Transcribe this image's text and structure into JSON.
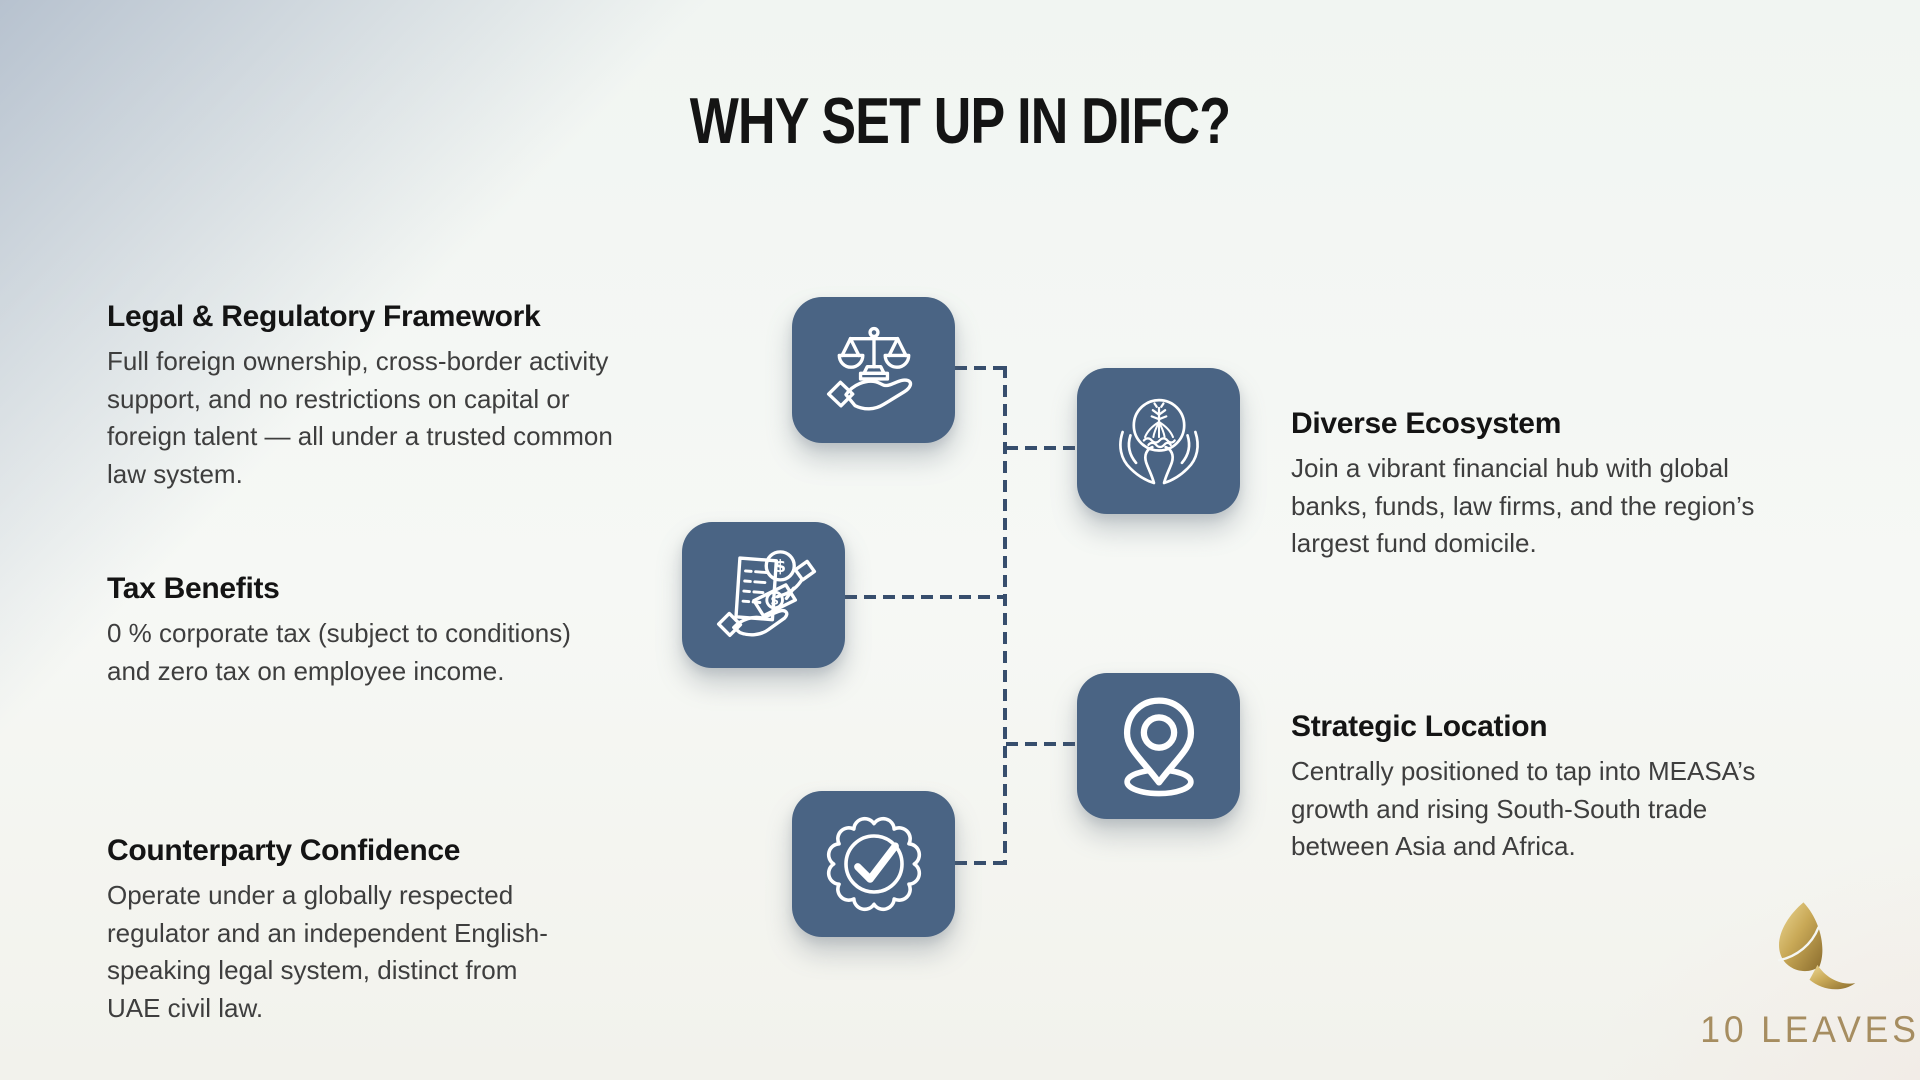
{
  "title": "WHY SET UP IN DIFC?",
  "left_benefits": [
    {
      "heading": "Legal & Regulatory Framework",
      "body": "Full foreign ownership, cross-border activity support, and no restrictions on capital or foreign talent — all under a trusted common law system."
    },
    {
      "heading": "Tax Benefits",
      "body": "0 % corporate tax (subject to conditions) and zero tax on employee income."
    },
    {
      "heading": "Counterparty Confidence",
      "body": "Operate under a globally respected regulator and an independent English-speaking legal system, distinct from UAE civil law."
    }
  ],
  "right_benefits": [
    {
      "heading": "Diverse Ecosystem",
      "body": "Join a vibrant financial hub with global banks, funds, law firms, and the region’s largest fund domicile."
    },
    {
      "heading": "Strategic Location",
      "body": "Centrally positioned to tap into MEASA’s growth and rising South-South trade between Asia and Africa."
    }
  ],
  "icons": {
    "legal": "scales-on-hand-icon",
    "tax": "tax-money-hand-icon",
    "counterparty": "verified-badge-icon",
    "ecosystem": "hands-holding-ecosystem-icon",
    "location": "location-pin-icon"
  },
  "logo": {
    "brand": "10 LEAVES",
    "mark": "gold-leaf-icon"
  },
  "colors": {
    "tile_background": "#4a6484",
    "icon_stroke": "#ffffff",
    "connector": "#374e6d",
    "title_text": "#141414",
    "body_text": "#3e3e3e",
    "logo_gold": "#a68d60"
  }
}
